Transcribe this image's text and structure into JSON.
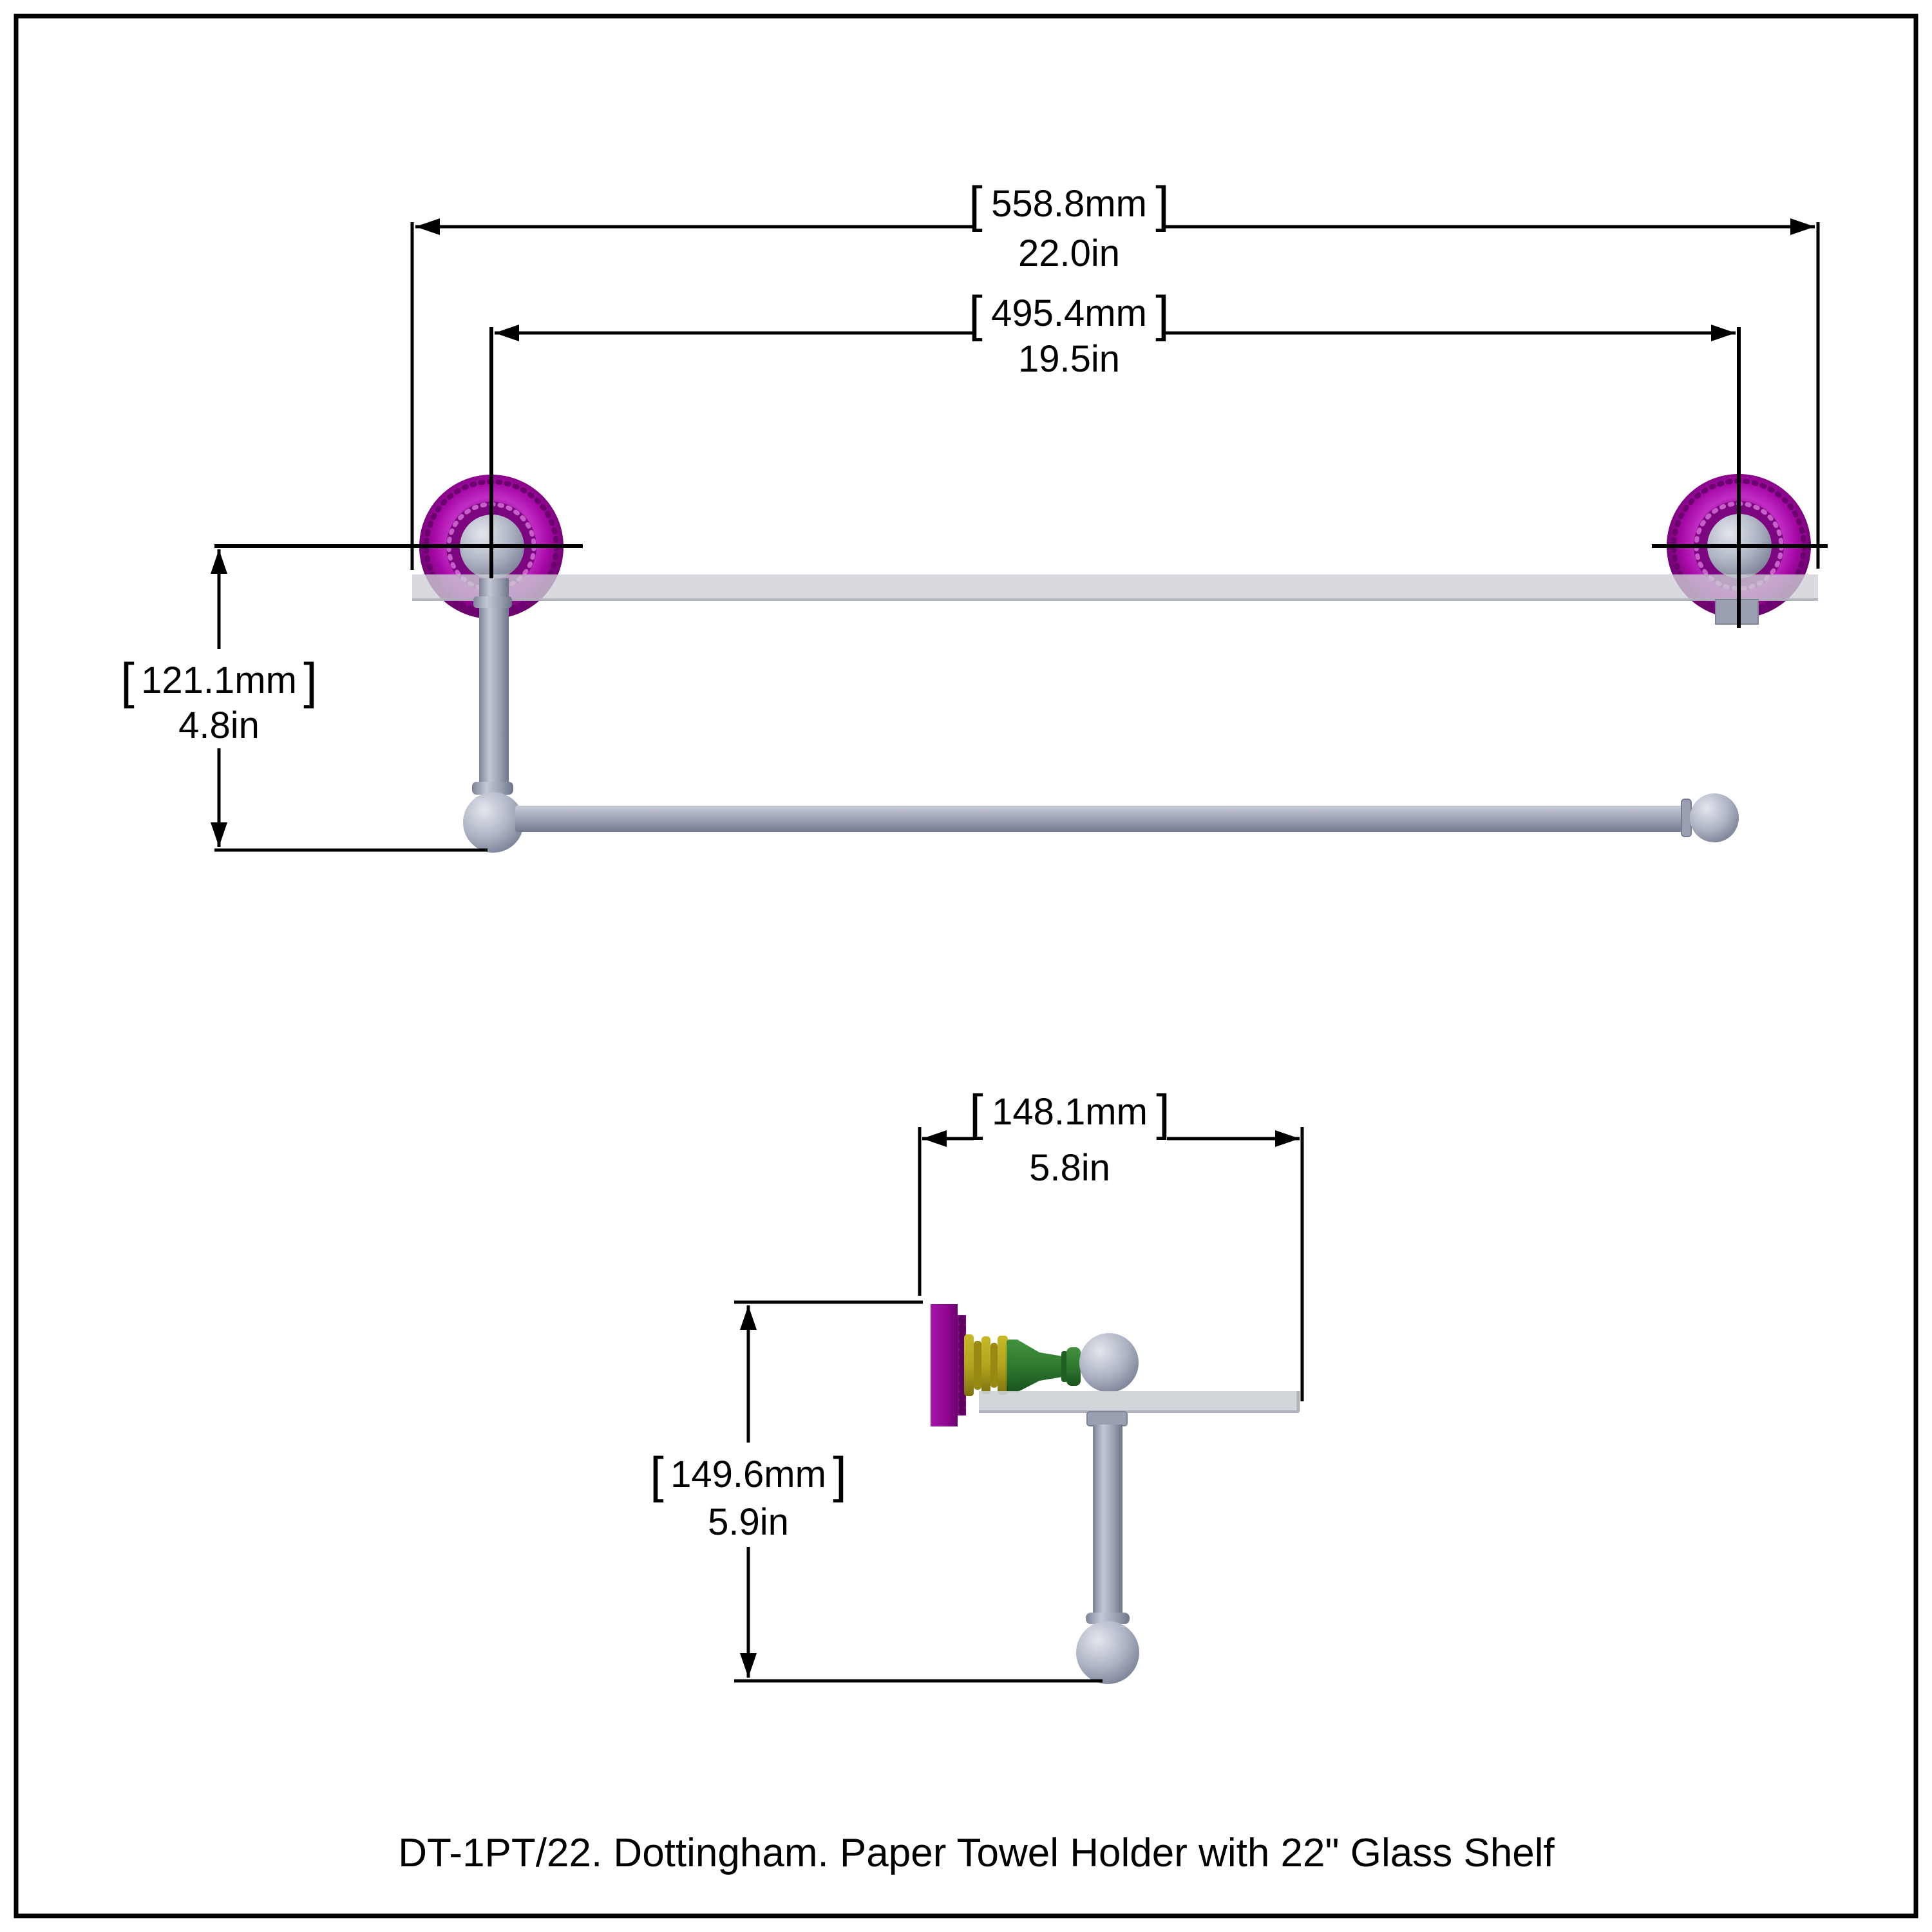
{
  "caption": "DT-1PT/22. Dottingham. Paper Towel Holder with 22\" Glass Shelf",
  "punctuation": {
    "bracket_left": "[",
    "bracket_right": "]"
  },
  "dimensions": {
    "overall_width": {
      "mm": "558.8mm",
      "inches": "22.0in"
    },
    "post_centers": {
      "mm": "495.4mm",
      "inches": "19.5in"
    },
    "bar_drop": {
      "mm": "121.1mm",
      "inches": "4.8in"
    },
    "shelf_depth": {
      "mm": "148.1mm",
      "inches": "5.8in"
    },
    "overall_height": {
      "mm": "149.6mm",
      "inches": "5.9in"
    }
  },
  "colors": {
    "flange_purple": "#A80AA8",
    "flange_purple_highlight": "#CC3ECC",
    "flange_purple_dark": "#6C026E",
    "detail_gold": "#B2A41D",
    "detail_green": "#2E7A2E",
    "metal_gray": "#9BA1B4",
    "metal_gray_light": "#C9CDD8",
    "glass_shelf_gray": "#CDD0D6",
    "line_black": "#000000",
    "background": "#FFFFFF"
  }
}
